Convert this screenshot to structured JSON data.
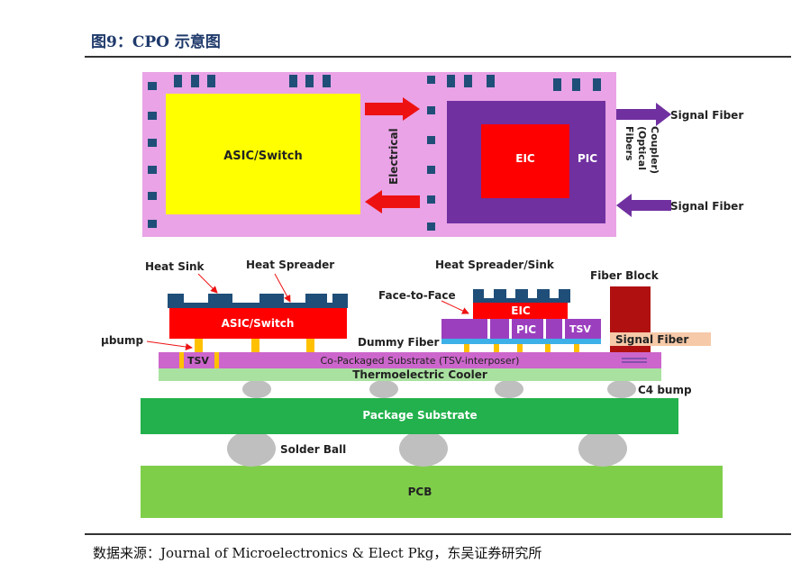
{
  "figure": {
    "title": "图9：CPO 示意图",
    "source": "数据来源：Journal of Microelectronics & Elect Pkg，东吴证券研究所"
  },
  "top_view": {
    "asic_label": "ASIC/Switch",
    "electrical_label": "Electrical",
    "eic_label": "EIC",
    "pic_label": "PIC",
    "fibers_label_line1": "Fibers",
    "fibers_label_line2": "(Optical",
    "fibers_label_line3": "Coupler)",
    "signal_fiber_top": "Signal Fiber",
    "signal_fiber_bottom": "Signal Fiber"
  },
  "cross_section": {
    "heat_sink": "Heat Sink",
    "heat_spreader": "Heat Spreader",
    "asic_switch": "ASIC/Switch",
    "ubump": "μbump",
    "tsv_left": "TSV",
    "co_packaged_substrate": "Co-Packaged Substrate (TSV-interposer)",
    "thermoelectric_cooler": "Thermoelectric Cooler",
    "heat_spreader_sink": "Heat Spreader/Sink",
    "face_to_face": "Face-to-Face",
    "eic": "EIC",
    "pic": "PIC",
    "tsv_right": "TSV",
    "dummy_fiber": "Dummy Fiber",
    "fiber_block": "Fiber Block",
    "signal_fiber": "Signal Fiber",
    "c4_bump": "C4 bump",
    "package_substrate": "Package Substrate",
    "solder_ball": "Solder Ball",
    "pcb": "PCB"
  },
  "colors": {
    "pink_board": "#e9a3e6",
    "asic_yellow": "#ffff00",
    "pic_purple": "#7030a0",
    "eic_red": "#ff0000",
    "arrow_red": "#ee1111",
    "arrow_purple": "#7030a0",
    "pad_teal": "#1f4e79",
    "tec_green": "#a9e2a0",
    "package_green": "#22b14c",
    "pcb_green": "#7fce4a",
    "ball_gray": "#bfbfbf",
    "fiber_block_red": "#b01010",
    "signal_fiber_peach": "#f6c9a8",
    "sink_navy": "#1f4e79",
    "dummy_fiber_blue": "#3db0e8"
  }
}
